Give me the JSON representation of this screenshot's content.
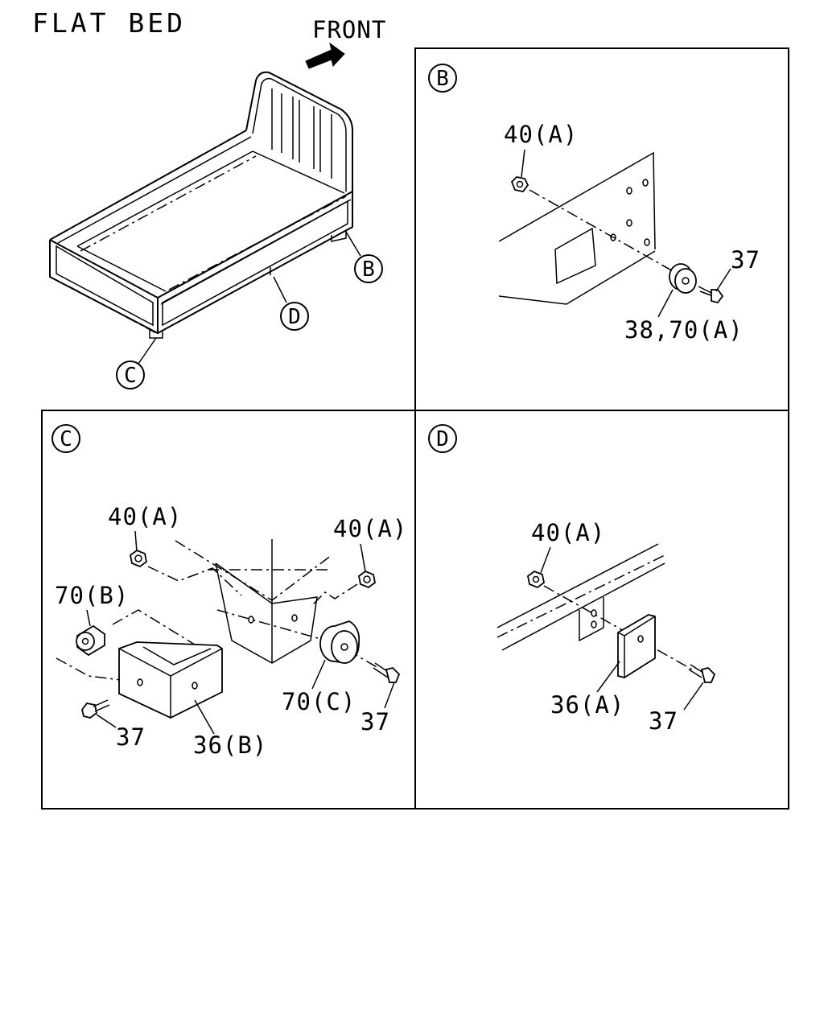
{
  "header": {
    "title": "FLAT BED",
    "front_label": "FRONT"
  },
  "overview": {
    "callouts": {
      "b": "B",
      "c": "C",
      "d": "D"
    }
  },
  "panel_b": {
    "letter": "B",
    "labels": {
      "nut": "40(A)",
      "bolt": "37",
      "cushion": "38,70(A)"
    }
  },
  "panel_c": {
    "letter": "C",
    "labels": {
      "nut_left": "40(A)",
      "nut_right": "40(A)",
      "cushion_left": "70(B)",
      "cushion_right": "70(C)",
      "bolt_left": "37",
      "bolt_right": "37",
      "bracket": "36(B)"
    }
  },
  "panel_d": {
    "letter": "D",
    "labels": {
      "nut": "40(A)",
      "block": "36(A)",
      "bolt": "37"
    }
  }
}
